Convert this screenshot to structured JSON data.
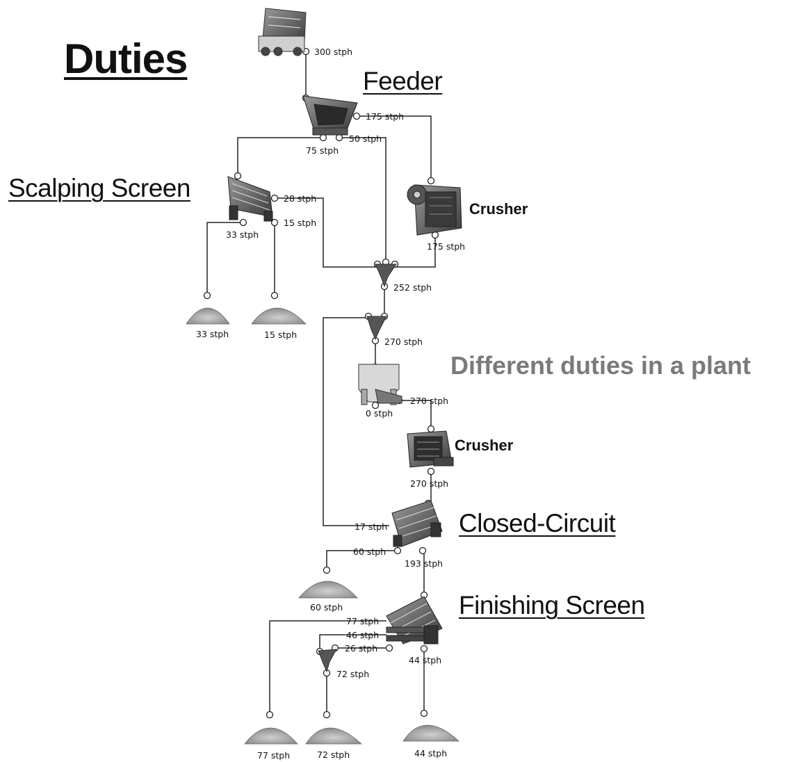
{
  "title": "Duties",
  "subtitle": "Different duties in a plant",
  "headings": {
    "feeder": "Feeder",
    "scalping_screen": "Scalping Screen",
    "closed_circuit": "Closed-Circuit",
    "finishing_screen": "Finishing Screen"
  },
  "equipment_labels": {
    "primary_crusher": "Crusher",
    "secondary_crusher": "Crusher"
  },
  "flows": {
    "truck_out": "300 stph",
    "feeder_to_crusher": "175 stph",
    "feeder_bypass": "50 stph",
    "feeder_fines": "75 stph",
    "scalp_oversize": "28 stph",
    "scalp_mid": "15 stph",
    "scalp_fines": "33 stph",
    "crusher1_out": "175 stph",
    "merge1_out": "252 stph",
    "merge2_out": "270 stph",
    "bin_to_crusher": "270 stph",
    "bin_bottom": "0 stph",
    "crusher2_out": "270 stph",
    "cc_recycle": "17 stph",
    "cc_side": "60 stph",
    "cc_under": "193 stph",
    "fs_top": "77 stph",
    "fs_mid": "46 stph",
    "fs_low": "26 stph",
    "fs_bottom": "44 stph",
    "merge3_out": "72 stph"
  },
  "piles": {
    "scalp_fines_pile": "33 stph",
    "scalp_mid_pile": "15 stph",
    "cc_side_pile": "60 stph",
    "fs_top_pile": "77 stph",
    "merge3_pile": "72 stph",
    "fs_bottom_pile": "44 stph"
  }
}
